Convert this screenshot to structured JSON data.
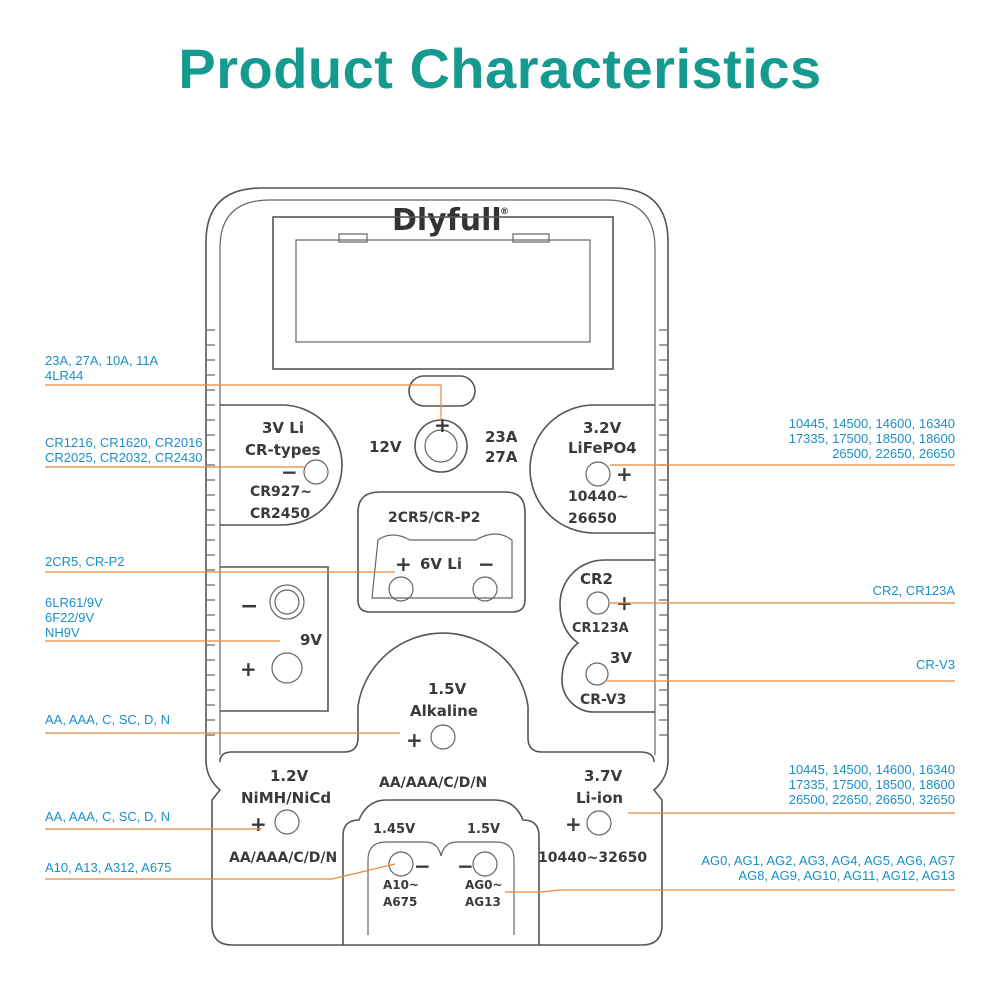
{
  "title": "Product Characteristics",
  "brand": {
    "name": "Dlyfull",
    "mark": "®"
  },
  "colors": {
    "title": "#149a8f",
    "caption": "#1a8fc8",
    "leader": "#e8883a",
    "outline": "#555555"
  },
  "slots": {
    "s12v": {
      "left": "12V",
      "right1": "23A",
      "right2": "27A",
      "plus": "+"
    },
    "cr_li": {
      "line1": "3V Li",
      "line2": "CR-types",
      "minus": "−",
      "range1": "CR927~",
      "range2": "CR2450"
    },
    "lifepo4": {
      "line1": "3.2V",
      "line2": "LiFePO4",
      "plus": "+",
      "range1": "10440~",
      "range2": "26650"
    },
    "crp2": {
      "label": "2CR5/CR-P2",
      "volt": "6V Li",
      "plus": "+",
      "minus": "−"
    },
    "nine_v": {
      "label": "9V",
      "minus": "−",
      "plus": "+"
    },
    "cr2": {
      "line1": "CR2",
      "plus": "+",
      "line2": "CR123A"
    },
    "crv3": {
      "line1": "3V",
      "line2": "CR-V3"
    },
    "alkaline": {
      "line1": "1.5V",
      "line2": "Alkaline",
      "plus": "+",
      "sizes": "AA/AAA/C/D/N"
    },
    "nimh": {
      "line1": "1.2V",
      "line2": "NiMH/NiCd",
      "plus": "+",
      "sizes": "AA/AAA/C/D/N"
    },
    "liion": {
      "line1": "3.7V",
      "line2": "Li-ion",
      "plus": "+",
      "range": "10440~32650"
    },
    "button": {
      "v1": "1.45V",
      "v2": "1.5V",
      "minus": "−",
      "r1a": "A10~",
      "r1b": "A675",
      "r2a": "AG0~",
      "r2b": "AG13"
    }
  },
  "captions": {
    "c23a": [
      "23A, 27A, 10A, 11A",
      "4LR44"
    ],
    "ccr": [
      "CR1216, CR1620, CR2016",
      "CR2025, CR2032, CR2430"
    ],
    "c2cr5": [
      "2CR5, CR-P2"
    ],
    "c9v": [
      "6LR61/9V",
      "6F22/9V",
      "NH9V"
    ],
    "calk": [
      "AA, AAA, C, SC, D, N"
    ],
    "cnimh": [
      "AA, AAA, C, SC, D, N"
    ],
    "cbtn": [
      "A10, A13, A312, A675"
    ],
    "clife": [
      "10445, 14500, 14600, 16340",
      "17335, 17500, 18500, 18600",
      "26500, 22650, 26650"
    ],
    "ccr2": [
      "CR2, CR123A"
    ],
    "ccrv3": [
      "CR-V3"
    ],
    "cliion": [
      "10445, 14500, 14600, 16340",
      "17335, 17500, 18500, 18600",
      "26500, 22650, 26650, 32650"
    ],
    "cag": [
      "AG0, AG1, AG2, AG3, AG4, AG5, AG6, AG7",
      "AG8, AG9, AG10, AG11, AG12, AG13"
    ]
  }
}
